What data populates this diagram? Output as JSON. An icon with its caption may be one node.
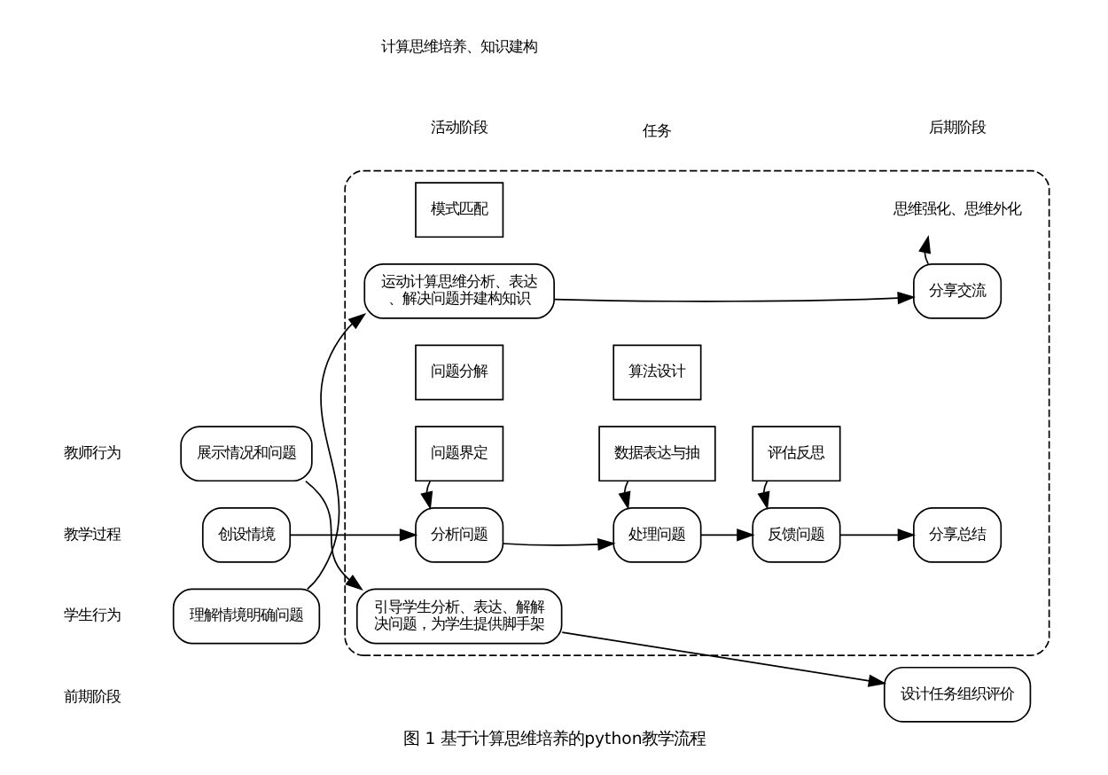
{
  "diagram": {
    "caption": "图 1 基于计算思维培养的python教学流程",
    "nodes": [
      {
        "text": [
          "展示情况和问题"
        ]
      },
      {
        "text": [],
        "shape": "box"
      },
      {
        "text": [
          "引导学生分析、表达、解解决问题，为学生提供脚手架"
        ],
        "in": 1
      },
      {
        "text": [
          "设计任务组织评价"
        ]
      },
      {
        "text": [
          "创设情境"
        ]
      },
      {
        "text": [
          "分析问题"
        ],
        "in": 1
      },
      {
        "text": [
          "处理问题"
        ],
        "in": 1
      },
      {
        "text": [
          "反馈问题"
        ],
        "in": 1
      },
      {
        "text": [
          "分享总结"
        ],
        "in": 1
      },
      {
        "text": [
          "问题界定"
        ],
        "in": 1
      },
      {
        "text": [
          "数据表达与抽"
        ],
        "in": 1
      },
      {
        "text": [
          "评估反思"
        ],
        "in": 1
      },
      {
        "text": [
          "问题分解"
        ],
        "in": 1
      },
      {
        "text": [
          "算法设计"
        ],
        "in": 1
      },
      {
        "text": [
          "模式匹配"
        ],
        "in": 1
      },
      {
        "text": [
          "理解情境明确问题"
        ]
      },
      {
        "text": [
          "运动计算思维分析、表达、解决问题并建构知识"
        ],
        "in": 1
      },
      {
        "text": [
          "分享交流"
        ],
        "in": 1
      },
      {
        "text": [
          "思维强化、思维外化"
        ],
        "in": 1
      }
    ],
    "edges": [
      {
        "from": 0,
        "to": 2,
        "arrow": "to"
      },
      {
        "from": 2,
        "to": 3,
        "arrow": "to"
      },
      {
        "from": 4,
        "to": 5,
        "arrow": "to"
      },
      {
        "from": 5,
        "to": 6,
        "arrow": "to"
      },
      {
        "from": 6,
        "to": 7,
        "arrow": "to"
      },
      {
        "from": 7,
        "to": 8,
        "arrow": "to"
      },
      {
        "from": 9,
        "to": 5,
        "arrow": "to"
      },
      {
        "from": 10,
        "to": 6,
        "arrow": "to"
      },
      {
        "from": 11,
        "to": 7,
        "arrow": "to"
      },
      {
        "from": 15,
        "to": 16,
        "arrow": "to"
      },
      {
        "from": 16,
        "to": 17,
        "arrow": "to"
      },
      {
        "from": 17,
        "to": 18,
        "arrow": "to"
      }
    ],
    "labels": [
      "教师行为",
      "教学过程",
      "学生行为",
      "任务",
      "计算思维培养、知识建构",
      "前期阶段",
      "活动阶段",
      "后期阶段"
    ]
  }
}
